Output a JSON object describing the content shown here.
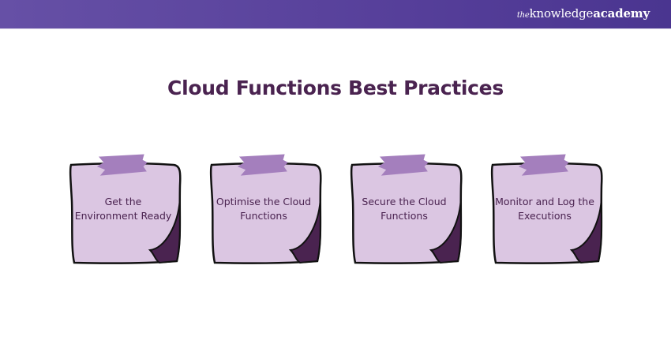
{
  "header": {
    "logo_prefix": "the",
    "logo_main": "knowledge",
    "logo_bold": "academy",
    "bar_color": "#5f49a2"
  },
  "title": "Cloud Functions Best Practices",
  "colors": {
    "title": "#4a2350",
    "note_fill": "#dbc6e2",
    "tape_fill": "#a47fbd",
    "curl_fill": "#4a2350",
    "outline": "#111111"
  },
  "notes": [
    {
      "label": "Get the Environment Ready"
    },
    {
      "label": "Optimise the Cloud Functions"
    },
    {
      "label": "Secure the Cloud Functions"
    },
    {
      "label": "Monitor and Log the Executions"
    }
  ]
}
